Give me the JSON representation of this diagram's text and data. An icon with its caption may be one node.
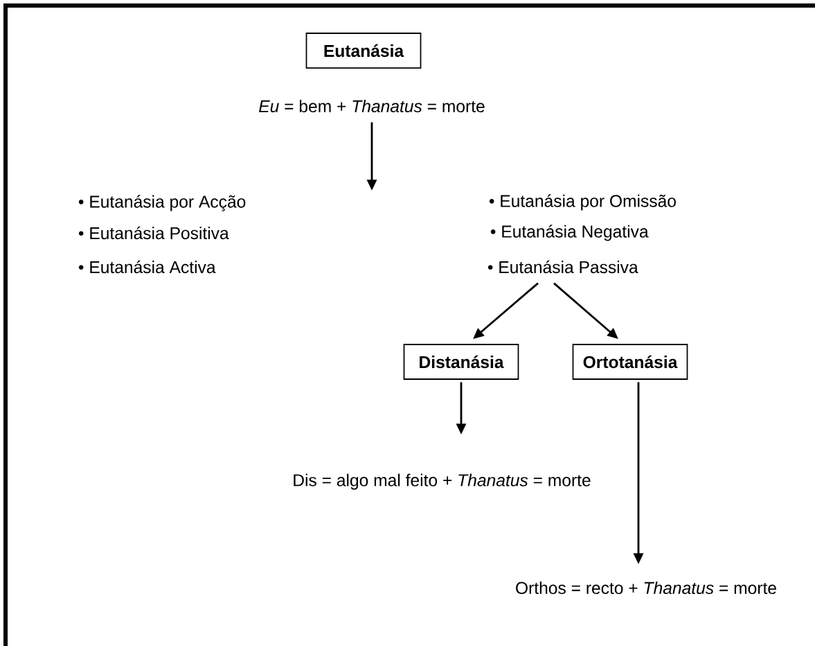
{
  "diagram": {
    "nodes": [
      {
        "text": [
          "Eutanásia"
        ]
      },
      {
        "text": [
          "*Eu* = bem + *Thanatus* = morte"
        ]
      },
      {
        "text": [
          "• Eutanásia por Omissão"
        ]
      },
      {
        "text": [
          "• Eutanásia Negativa"
        ]
      },
      {
        "text": [
          "• Eutanásia Passiva"
        ]
      },
      {
        "text": [
          "Distanásia"
        ]
      },
      {
        "text": [
          "Ortotanásia"
        ]
      },
      {
        "text": [
          "Dis = algo mal feito + *Thanatus* = morte"
        ]
      },
      {
        "text": [
          "Orthos = recto + *Thanatus* = morte"
        ]
      }
    ],
    "edges": [
      {
        "from": 1,
        "to": null,
        "arrow": "to"
      },
      {
        "from": 4,
        "to": 5,
        "arrow": "to"
      },
      {
        "from": 4,
        "to": 6,
        "arrow": "to"
      },
      {
        "from": 5,
        "to": 7,
        "arrow": "to"
      },
      {
        "from": 6,
        "to": 8,
        "arrow": "to"
      }
    ],
    "labels": [
      "• Eutanásia por Acção",
      "• Eutanásia Positiva",
      "• Eutanásia Activa"
    ]
  }
}
